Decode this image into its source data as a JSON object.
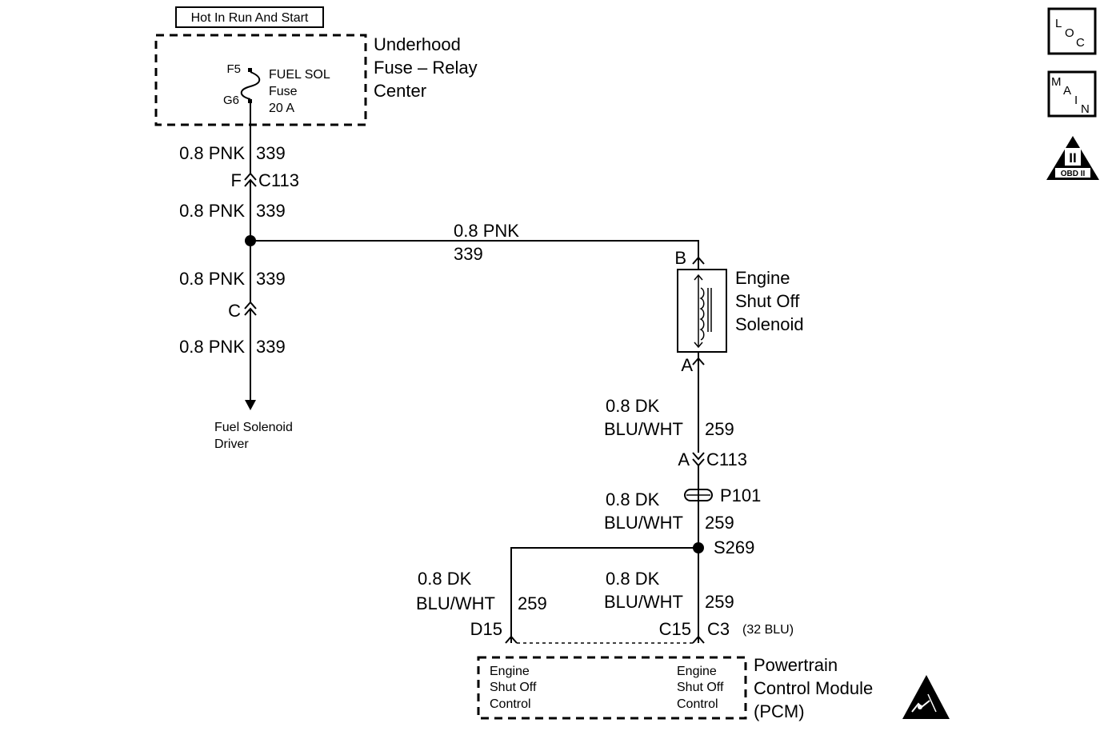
{
  "power_source": {
    "label": "Hot In Run And Start"
  },
  "fuse_center": {
    "name_lines": [
      "Underhood",
      "Fuse – Relay",
      "Center"
    ],
    "fuse_top_pin": "F5",
    "fuse_bottom_pin": "G6",
    "fuse_lines": [
      "FUEL SOL",
      "Fuse",
      "20 A"
    ]
  },
  "left_circuit": {
    "wire_color": "0.8 PNK",
    "circuit": "339",
    "connector_f_pin": "F",
    "connector_f_name": "C113",
    "connector_c_pin": "C",
    "destination_lines": [
      "Fuel Solenoid",
      "Driver"
    ]
  },
  "branch": {
    "wire_color": "0.8 PNK",
    "circuit": "339"
  },
  "solenoid": {
    "pin_b": "B",
    "pin_a": "A",
    "name_lines": [
      "Engine",
      "Shut Off",
      "Solenoid"
    ]
  },
  "right_circuit": {
    "wire_color_line1": "0.8 DK",
    "wire_color_line2": "BLU/WHT",
    "circuit": "259",
    "connector_a_pin": "A",
    "connector_a_name": "C113",
    "grommet": "P101",
    "splice": "S269",
    "pin_c15": "C15",
    "pin_c3": "C3",
    "c3_note": "(32 BLU)",
    "pin_d15": "D15"
  },
  "pcm": {
    "left_function_lines": [
      "Engine",
      "Shut Off",
      "Control"
    ],
    "right_function_lines": [
      "Engine",
      "Shut Off",
      "Control"
    ],
    "name_lines": [
      "Powertrain",
      "Control Module",
      "(PCM)"
    ]
  },
  "side_icons": {
    "loc": [
      "L",
      "O",
      "C"
    ],
    "main": [
      "M",
      "A",
      "I",
      "N"
    ],
    "obd": {
      "roman": "II",
      "text": "OBD II"
    }
  }
}
